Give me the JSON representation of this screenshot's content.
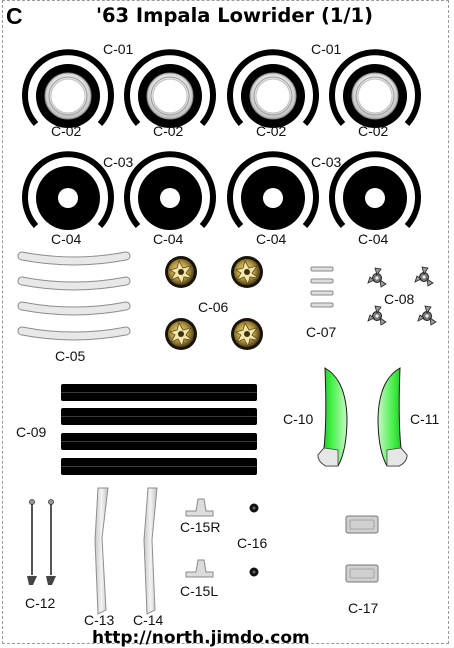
{
  "sheet": {
    "letter": "C",
    "title": "'63 Impala Lowrider (1/1)",
    "footer_url": "http://north.jimdo.com"
  },
  "labels": {
    "c01": "C-01",
    "c02": "C-02",
    "c03": "C-03",
    "c04": "C-04",
    "c05": "C-05",
    "c06": "C-06",
    "c07": "C-07",
    "c08": "C-08",
    "c09": "C-09",
    "c10": "C-10",
    "c11": "C-11",
    "c12": "C-12",
    "c13": "C-13",
    "c14": "C-14",
    "c15r": "C-15R",
    "c15l": "C-15L",
    "c16": "C-16",
    "c17": "C-17"
  },
  "colors": {
    "ink": "#000000",
    "fender_green": "#36e43a",
    "chrome_gray": "#d8d8d8",
    "knockoff_gold": "#b89a3c"
  }
}
